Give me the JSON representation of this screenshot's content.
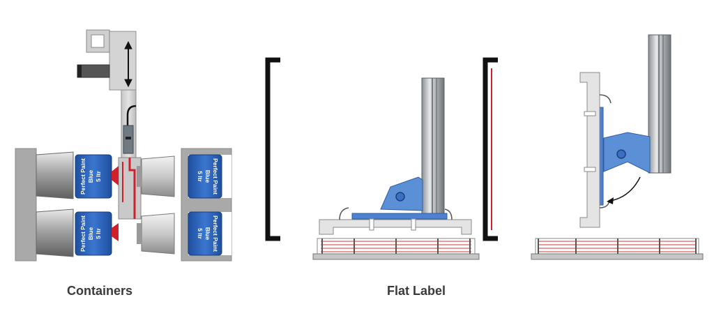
{
  "captions": {
    "containers": "Containers",
    "flat_label": "Flat Label"
  },
  "can_label": {
    "line1": "Perfect Paint",
    "line2": "Blue",
    "line3": "5 ltr"
  },
  "colors": {
    "steel": "#b8bcc0",
    "steel_dark": "#7a7f84",
    "frame_grey": "#a9a9a9",
    "blue_can": "#2f63b6",
    "blue_part": "#5b8fd6",
    "red_accent": "#d0202b",
    "heater_pink": "#e89a9a",
    "bracket_black": "#111111",
    "caption_text": "#3a3a3a"
  },
  "icons": {
    "vertical_arrow": "double-arrow-vertical-icon",
    "pivot_arrow": "curved-arrow-icon"
  }
}
